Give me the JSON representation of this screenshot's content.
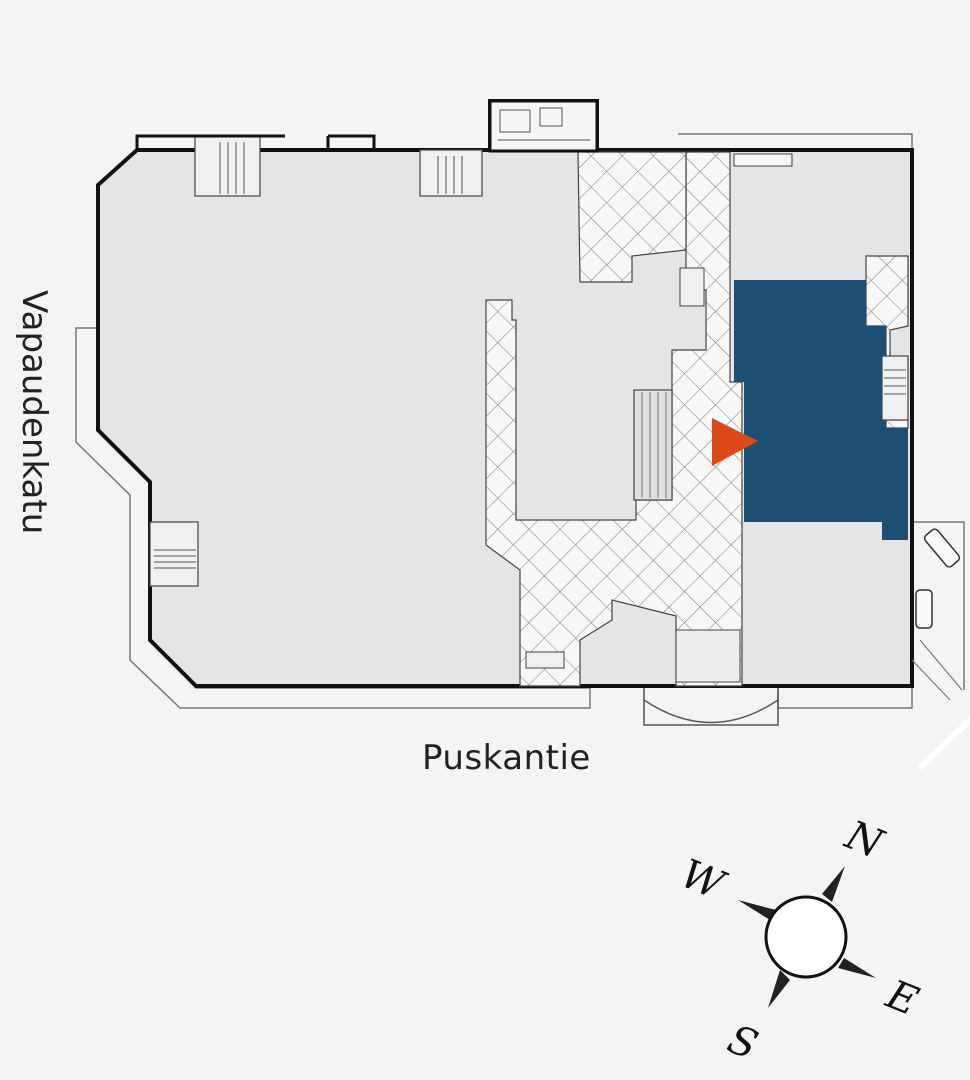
{
  "map": {
    "streets": {
      "bottom": "Puskantie",
      "left": "Vapaudenkatu"
    },
    "compass": {
      "n": "N",
      "e": "E",
      "s": "S",
      "w": "W"
    },
    "highlight": {
      "label": "",
      "color": "#1d4e74"
    },
    "marker": {
      "label": "",
      "color": "#dd4a1a"
    },
    "colors": {
      "floor": "#e5e5e8",
      "wall": "#111111",
      "background": "#f4f4f4"
    }
  }
}
